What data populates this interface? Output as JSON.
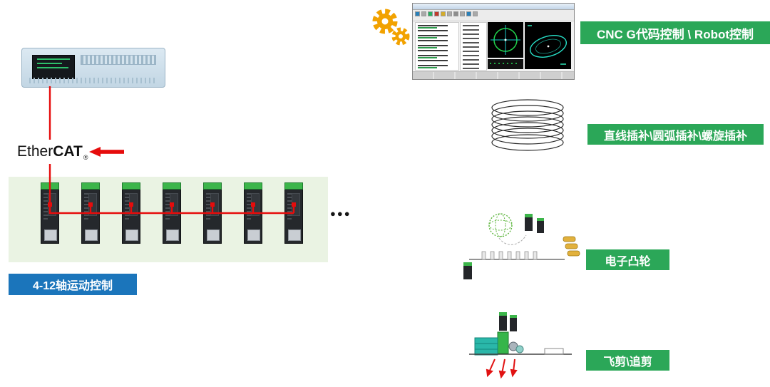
{
  "left": {
    "ethercat": {
      "light": "Ether",
      "bold": "CAT",
      "reg": "®"
    },
    "axis_label": "4-12轴运动控制",
    "dots": "●●●"
  },
  "right": {
    "labels": [
      "CNC G代码控制 \\ Robot控制",
      "直线插补\\圆弧插补\\螺旋插补",
      "电子凸轮",
      "飞剪\\追剪"
    ]
  },
  "colors": {
    "label_green": "#2BA758",
    "label_blue": "#1B75BB",
    "line_red": "#E60C0C",
    "panel_green": "#EAF3E3",
    "drive_green": "#3CB54A",
    "gear_orange": "#F2A200",
    "machine_teal": "#2AB7A9"
  }
}
